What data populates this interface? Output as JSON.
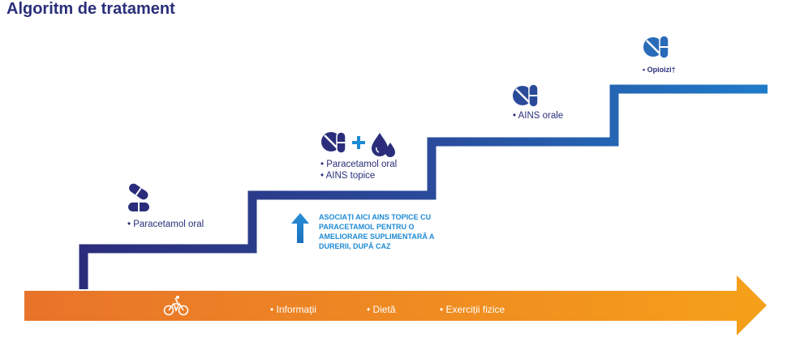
{
  "title": "Algoritm de tratament",
  "steps": [
    {
      "items": [
        "Paracetamol oral"
      ]
    },
    {
      "items": [
        "Paracetamol oral",
        "AINS topice"
      ],
      "plus": "+"
    },
    {
      "items": [
        "AINS orale"
      ]
    },
    {
      "items": [
        "Opioizi†"
      ]
    }
  ],
  "note": "Asociați aici AINS topice cu paracetamol pentru o ameliorare suplimentară a durerii, după caz",
  "base_band": {
    "items": [
      "Informații",
      "Dietă",
      "Exerciții fizice"
    ]
  },
  "colors": {
    "title": "#2a2f7a",
    "stair_dark": "#2b2d7c",
    "stair_light": "#1f7cc9",
    "band_start": "#e8732a",
    "band_end": "#f5a01a",
    "note": "#1d8ad4",
    "arrow_up": "#1d8ad4"
  },
  "icons": {
    "step1": "pill-capsule-icon",
    "step2a": "pill-tablet-icon",
    "step2b": "gel-drops-icon",
    "step3": "pill-tablet-icon",
    "step4": "pill-tablet-icon",
    "band": "bicycle-icon",
    "note": "arrow-up-icon"
  }
}
